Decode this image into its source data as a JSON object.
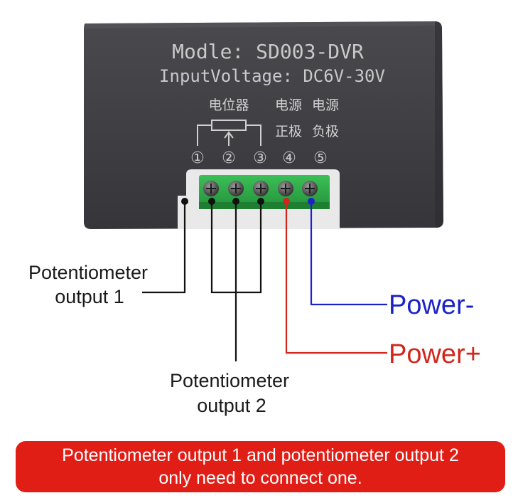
{
  "module": {
    "model_line": "Modle: SD003-DVR",
    "voltage_line": "InputVoltage: DC6V-30V",
    "potentiometer_cn": "电位器",
    "power_cn_1": "电源",
    "power_cn_2": "电源",
    "positive_cn": "正极",
    "negative_cn": "负极",
    "terminal_numbers": [
      "①",
      "②",
      "③",
      "④",
      "⑤"
    ]
  },
  "labels": {
    "pot_output_1_line1": "Potentiometer",
    "pot_output_1_line2": "output 1",
    "pot_output_2_line1": "Potentiometer",
    "pot_output_2_line2": "output 2",
    "power_minus": "Power-",
    "power_plus": "Power+"
  },
  "note": {
    "line1": "Potentiometer output 1 and potentiometer output 2",
    "line2": "only need to connect one."
  },
  "colors": {
    "module_body": "#3e3e42",
    "terminal_block": "#2fa84a",
    "wire_black": "#111111",
    "wire_red": "#d2261c",
    "wire_blue": "#1a23c8",
    "banner": "#e01e16"
  }
}
